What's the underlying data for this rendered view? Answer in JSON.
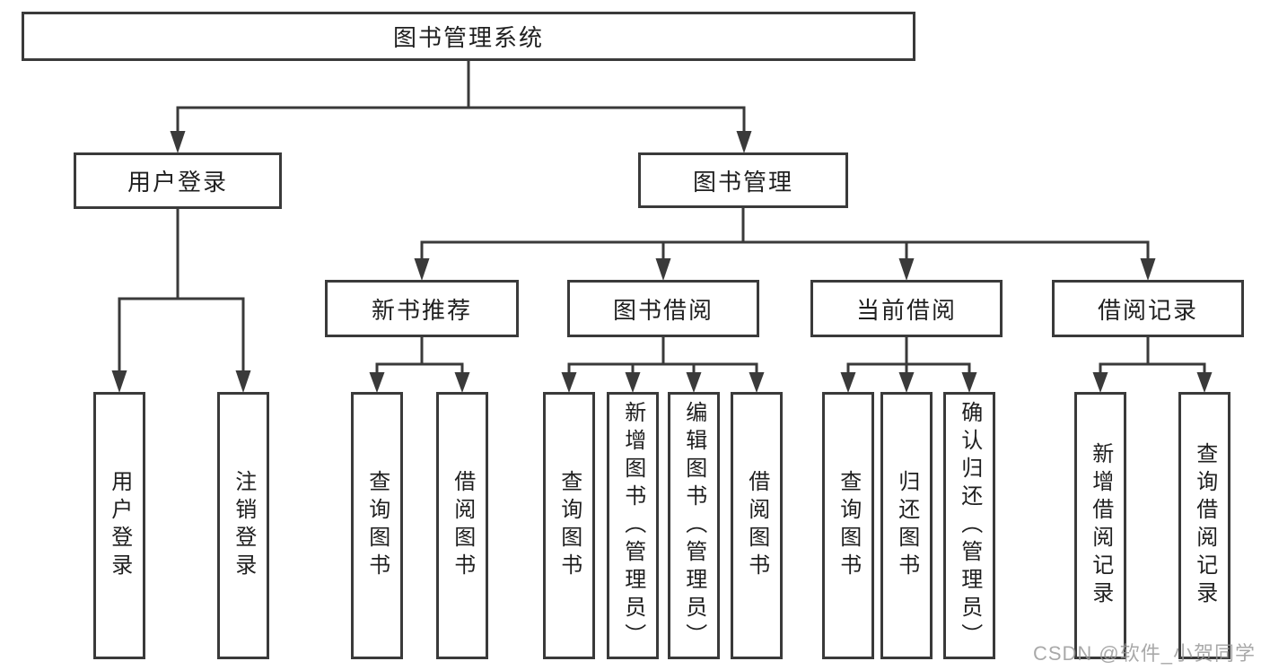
{
  "colors": {
    "line": "#3a3a3a",
    "text": "#1f1f1f",
    "watermark": "#969696",
    "background": "#ffffff"
  },
  "watermark": {
    "text": "CSDN @软件_小贺同学"
  },
  "diagram": {
    "root": {
      "label": "图书管理系统"
    },
    "branches": [
      {
        "label": "用户登录",
        "children": [
          {
            "label": "用户登录"
          },
          {
            "label": "注销登录"
          }
        ]
      },
      {
        "label": "图书管理",
        "children": [
          {
            "label": "新书推荐",
            "children": [
              {
                "label": "查询图书"
              },
              {
                "label": "借阅图书"
              }
            ]
          },
          {
            "label": "图书借阅",
            "children": [
              {
                "label": "查询图书"
              },
              {
                "label": "新增图书（管理员）"
              },
              {
                "label": "编辑图书（管理员）"
              },
              {
                "label": "借阅图书"
              }
            ]
          },
          {
            "label": "当前借阅",
            "children": [
              {
                "label": "查询图书"
              },
              {
                "label": "归还图书"
              },
              {
                "label": "确认归还（管理员）"
              }
            ]
          },
          {
            "label": "借阅记录",
            "children": [
              {
                "label": "新增借阅记录"
              },
              {
                "label": "查询借阅记录"
              }
            ]
          }
        ]
      }
    ]
  }
}
